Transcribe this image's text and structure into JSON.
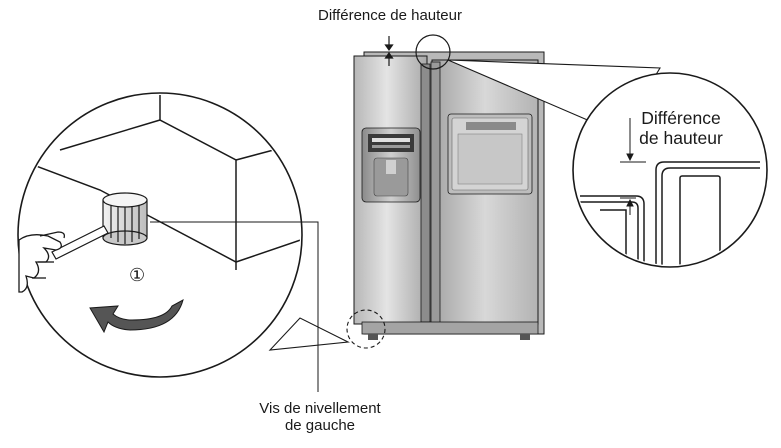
{
  "labels": {
    "top_height_difference": "Différence de hauteur",
    "zoom_height_difference_line1": "Différence",
    "zoom_height_difference_line2": "de hauteur",
    "leveling_screw_line1": "Vis de nivellement",
    "leveling_screw_line2": "de gauche",
    "step_marker": "①"
  },
  "colors": {
    "line": "#1a1a1a",
    "fridge_body": "#c9c9c9",
    "fridge_door_light": "#d6d6d6",
    "fridge_door_dark": "#9e9e9e",
    "arrow_fill": "#555555"
  },
  "icons": {
    "rotation_arrow": "curved-arrow-counterclockwise",
    "step_marker": "circled-digit-one"
  }
}
